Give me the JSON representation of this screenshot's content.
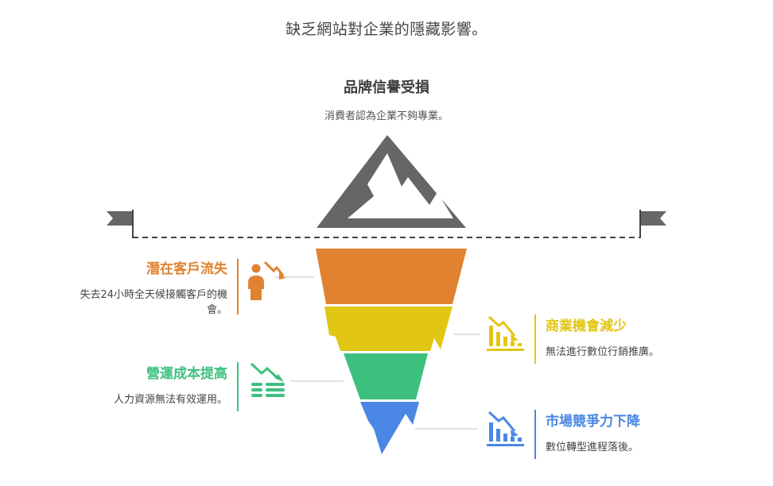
{
  "title": "缺乏網站對企業的隱藏影響。",
  "tip": {
    "title": "品牌信譽受損",
    "description": "消費者認為企業不夠專業。"
  },
  "layers": [
    {
      "title": "潛在客戶流失",
      "description": [
        "失去24小時全天候接觸客戶的機",
        "會。"
      ],
      "color": "#E0822F",
      "side": "left",
      "icon": "person-declining-icon"
    },
    {
      "title": "商業機會減少",
      "description": [
        "無法進行數位行銷推廣。"
      ],
      "color": "#E2C614",
      "side": "right",
      "icon": "declining-bar-chart-icon"
    },
    {
      "title": "營運成本提高",
      "description": [
        "人力資源無法有效運用。"
      ],
      "color": "#3DC07E",
      "side": "left",
      "icon": "cost-trend-icon"
    },
    {
      "title": "市場競爭力下降",
      "description": [
        "數位轉型進程落後。"
      ],
      "color": "#4A86E4",
      "side": "right",
      "icon": "declining-bar-chart-icon"
    }
  ],
  "colors": {
    "mountain": "#666666",
    "flag": "#666666",
    "waterline": "#444444",
    "connector": "#e0e0e0"
  }
}
